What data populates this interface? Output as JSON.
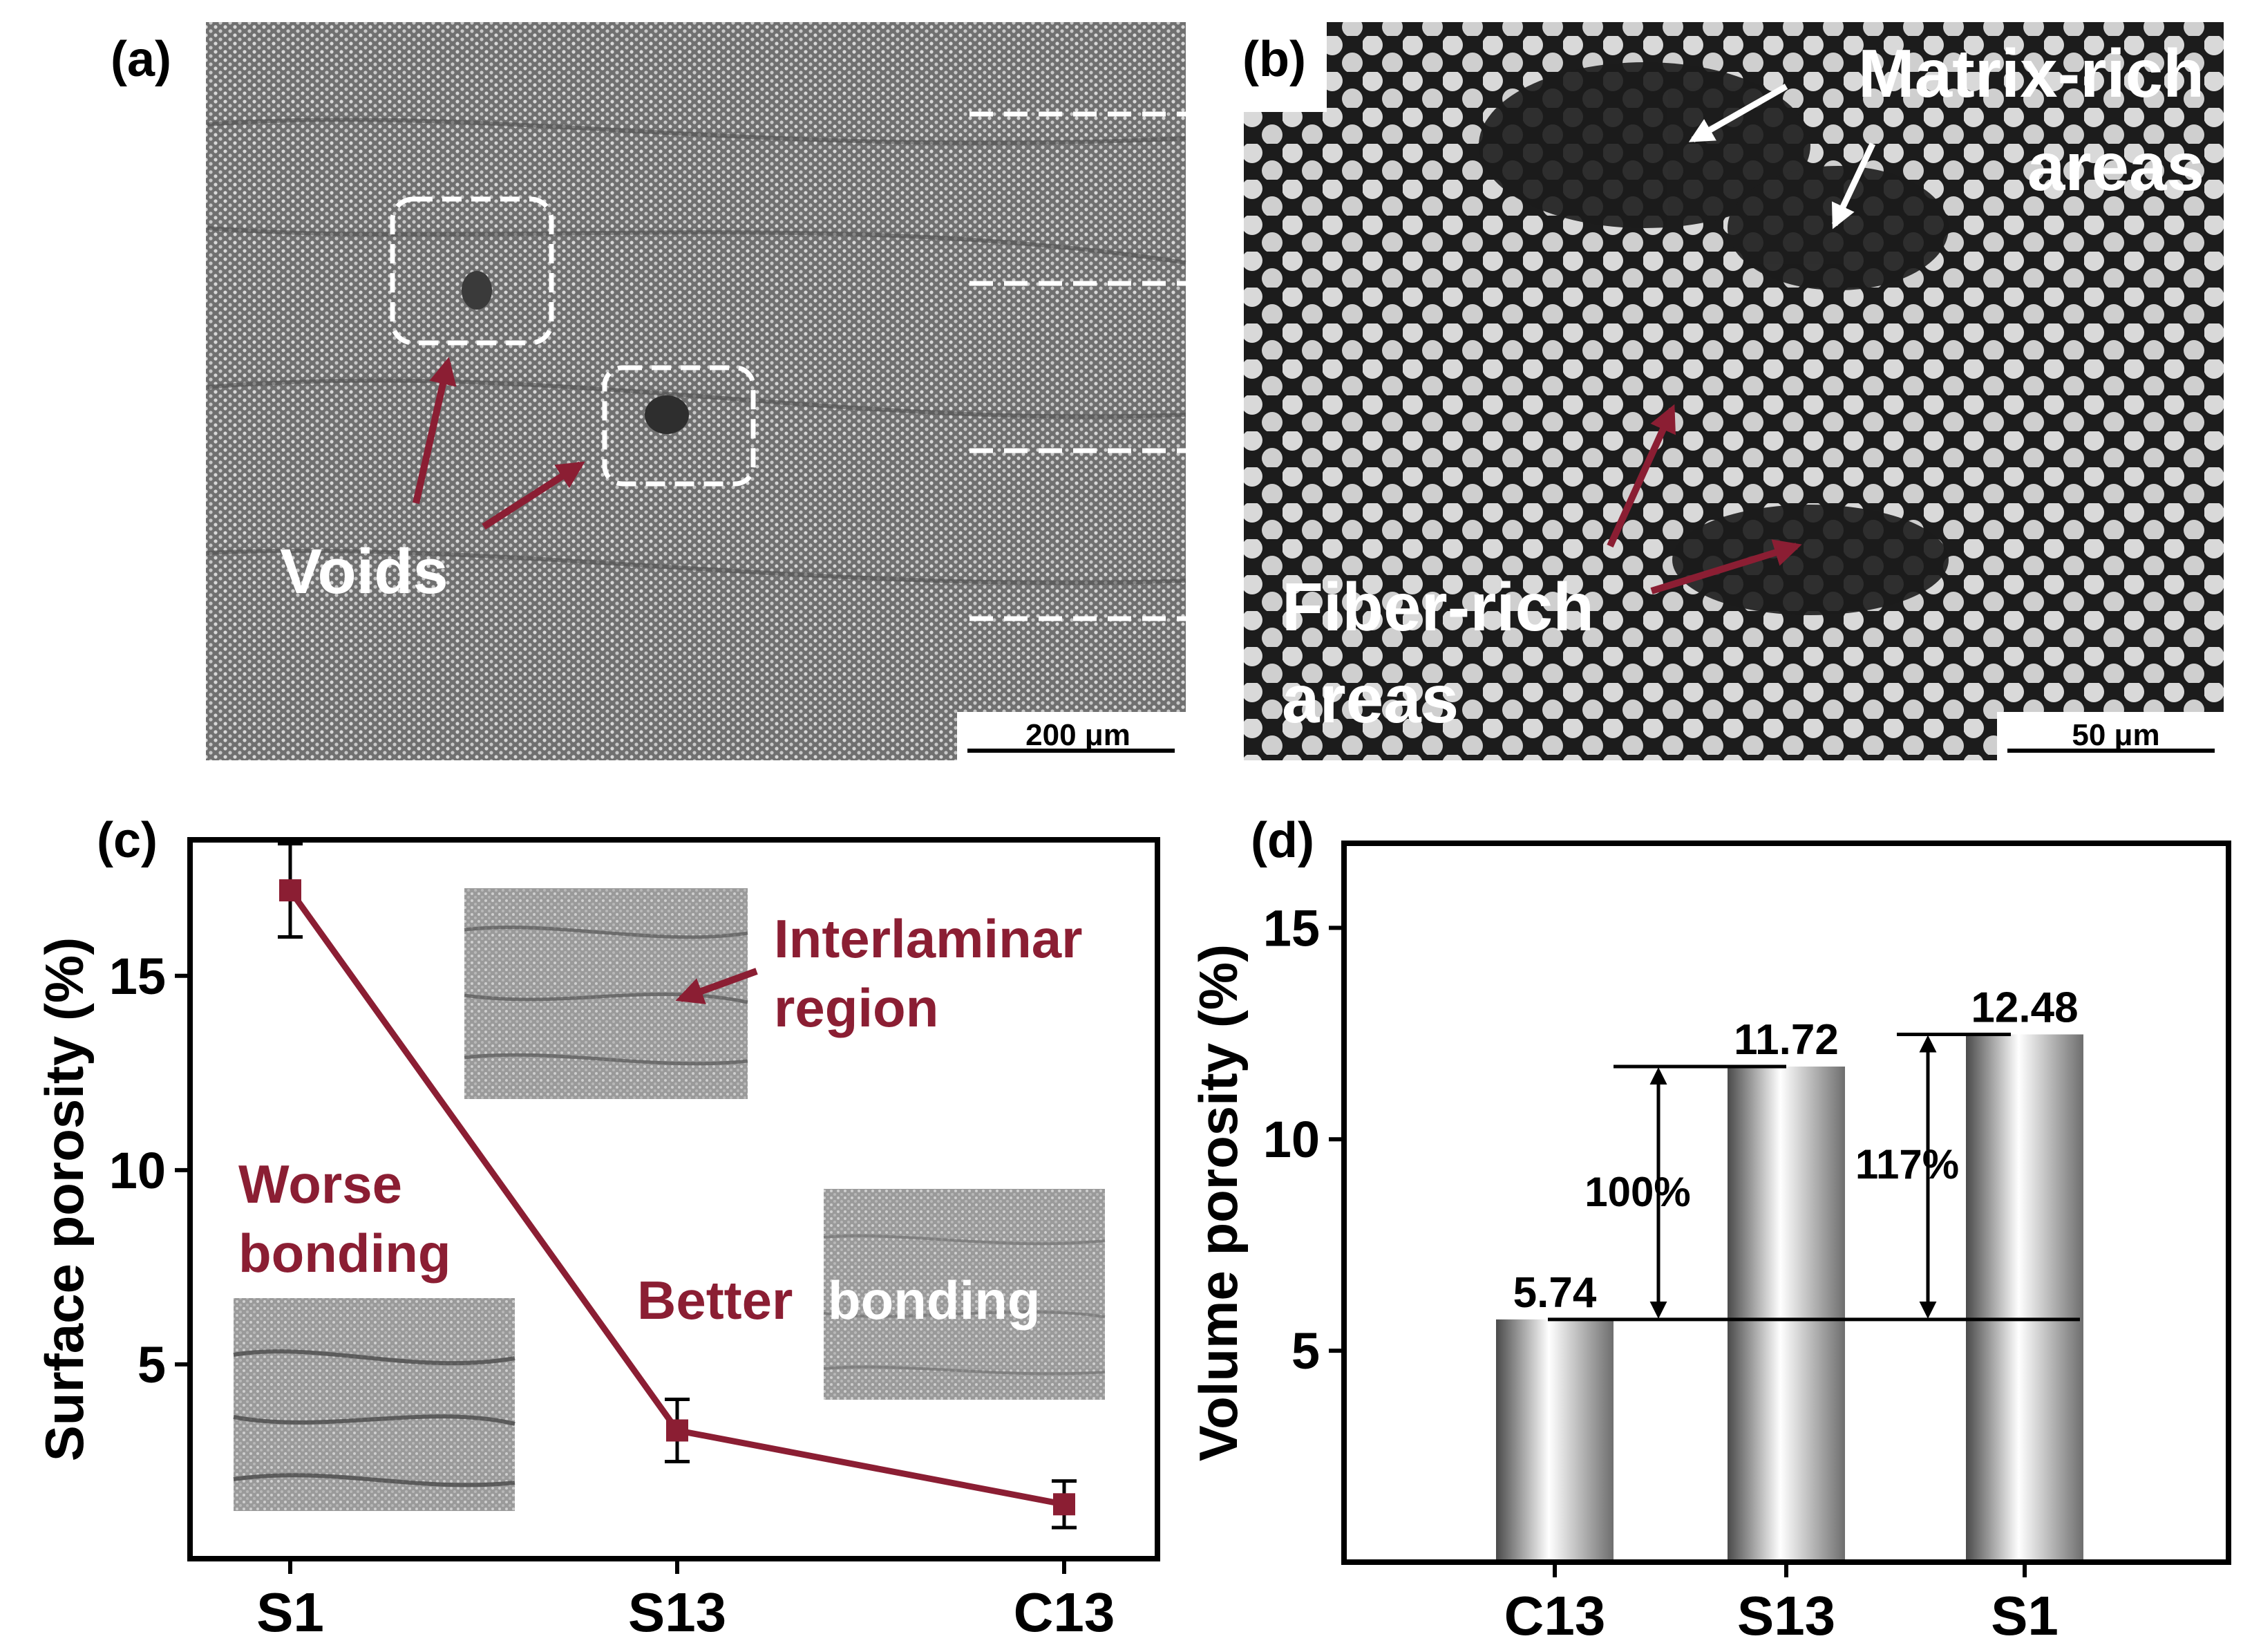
{
  "panels": {
    "a": {
      "label": "(a)",
      "voids_label": "Voids",
      "scale_bar": "200 μm"
    },
    "b": {
      "label": "(b)",
      "matrix_label_1": "Matrix-rich",
      "matrix_label_2": "areas",
      "fiber_label_1": "Fiber-rich",
      "fiber_label_2": "areas",
      "scale_bar": "50 μm"
    },
    "c": {
      "label": "(c)",
      "interlaminar_1": "Interlaminar",
      "interlaminar_2": "region",
      "worse_1": "Worse",
      "worse_2": "bonding",
      "better_1": "Better",
      "better_2": "bonding"
    },
    "d": {
      "label": "(d)",
      "pct_100": "100%",
      "pct_117": "117%"
    }
  },
  "colors": {
    "accent": "#8b1e33",
    "axis": "#000000",
    "white": "#ffffff"
  },
  "chart_data": [
    {
      "type": "line",
      "categories": [
        "S1",
        "S13",
        "C13"
      ],
      "values": [
        17.2,
        3.3,
        1.4
      ],
      "errors": [
        1.2,
        0.8,
        0.6
      ],
      "ylabel": "Surface porosity (%)",
      "xlabel": "",
      "ylim": [
        0,
        18.5
      ],
      "yticks": [
        5,
        10,
        15
      ],
      "grid": false
    },
    {
      "type": "bar",
      "categories": [
        "C13",
        "S13",
        "S1"
      ],
      "values": [
        5.74,
        11.72,
        12.48
      ],
      "value_labels": [
        "5.74",
        "11.72",
        "12.48"
      ],
      "ylabel": "Volume porosity (%)",
      "xlabel": "",
      "ylim": [
        0,
        17
      ],
      "yticks": [
        5,
        10,
        15
      ],
      "grid": false
    }
  ]
}
